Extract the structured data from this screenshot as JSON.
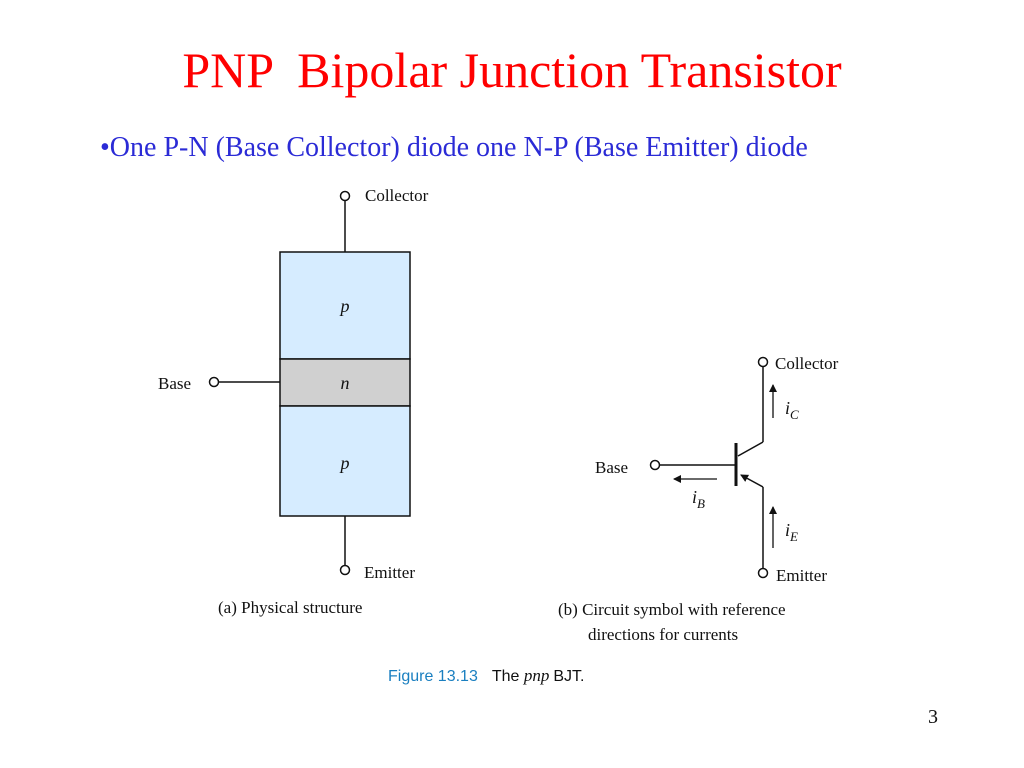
{
  "slide": {
    "title": "PNP  Bipolar Junction Transistor",
    "bullet": "•One P-N (Base Collector) diode one N-P (Base Emitter) diode",
    "page_number": "3"
  },
  "figure_a": {
    "collector_label": "Collector",
    "emitter_label": "Emitter",
    "base_label": "Base",
    "region_top": "p",
    "region_mid": "n",
    "region_bottom": "p",
    "caption": "(a) Physical structure"
  },
  "figure_b": {
    "collector_label": "Collector",
    "emitter_label": "Emitter",
    "base_label": "Base",
    "ic_main": "i",
    "ic_sub": "C",
    "ib_main": "i",
    "ib_sub": "B",
    "ie_main": "i",
    "ie_sub": "E",
    "caption_line1": "(b) Circuit symbol with reference",
    "caption_line2": "directions for currents"
  },
  "figure_caption": {
    "label": "Figure 13.13",
    "text_pre": "The ",
    "text_italic": "pnp",
    "text_post": " BJT."
  },
  "colors": {
    "title": "#ff0000",
    "bullet": "#2b2bd6",
    "p_region": "#d6ecff",
    "n_region": "#d0d0d0",
    "figure_label": "#1a7fc0"
  }
}
